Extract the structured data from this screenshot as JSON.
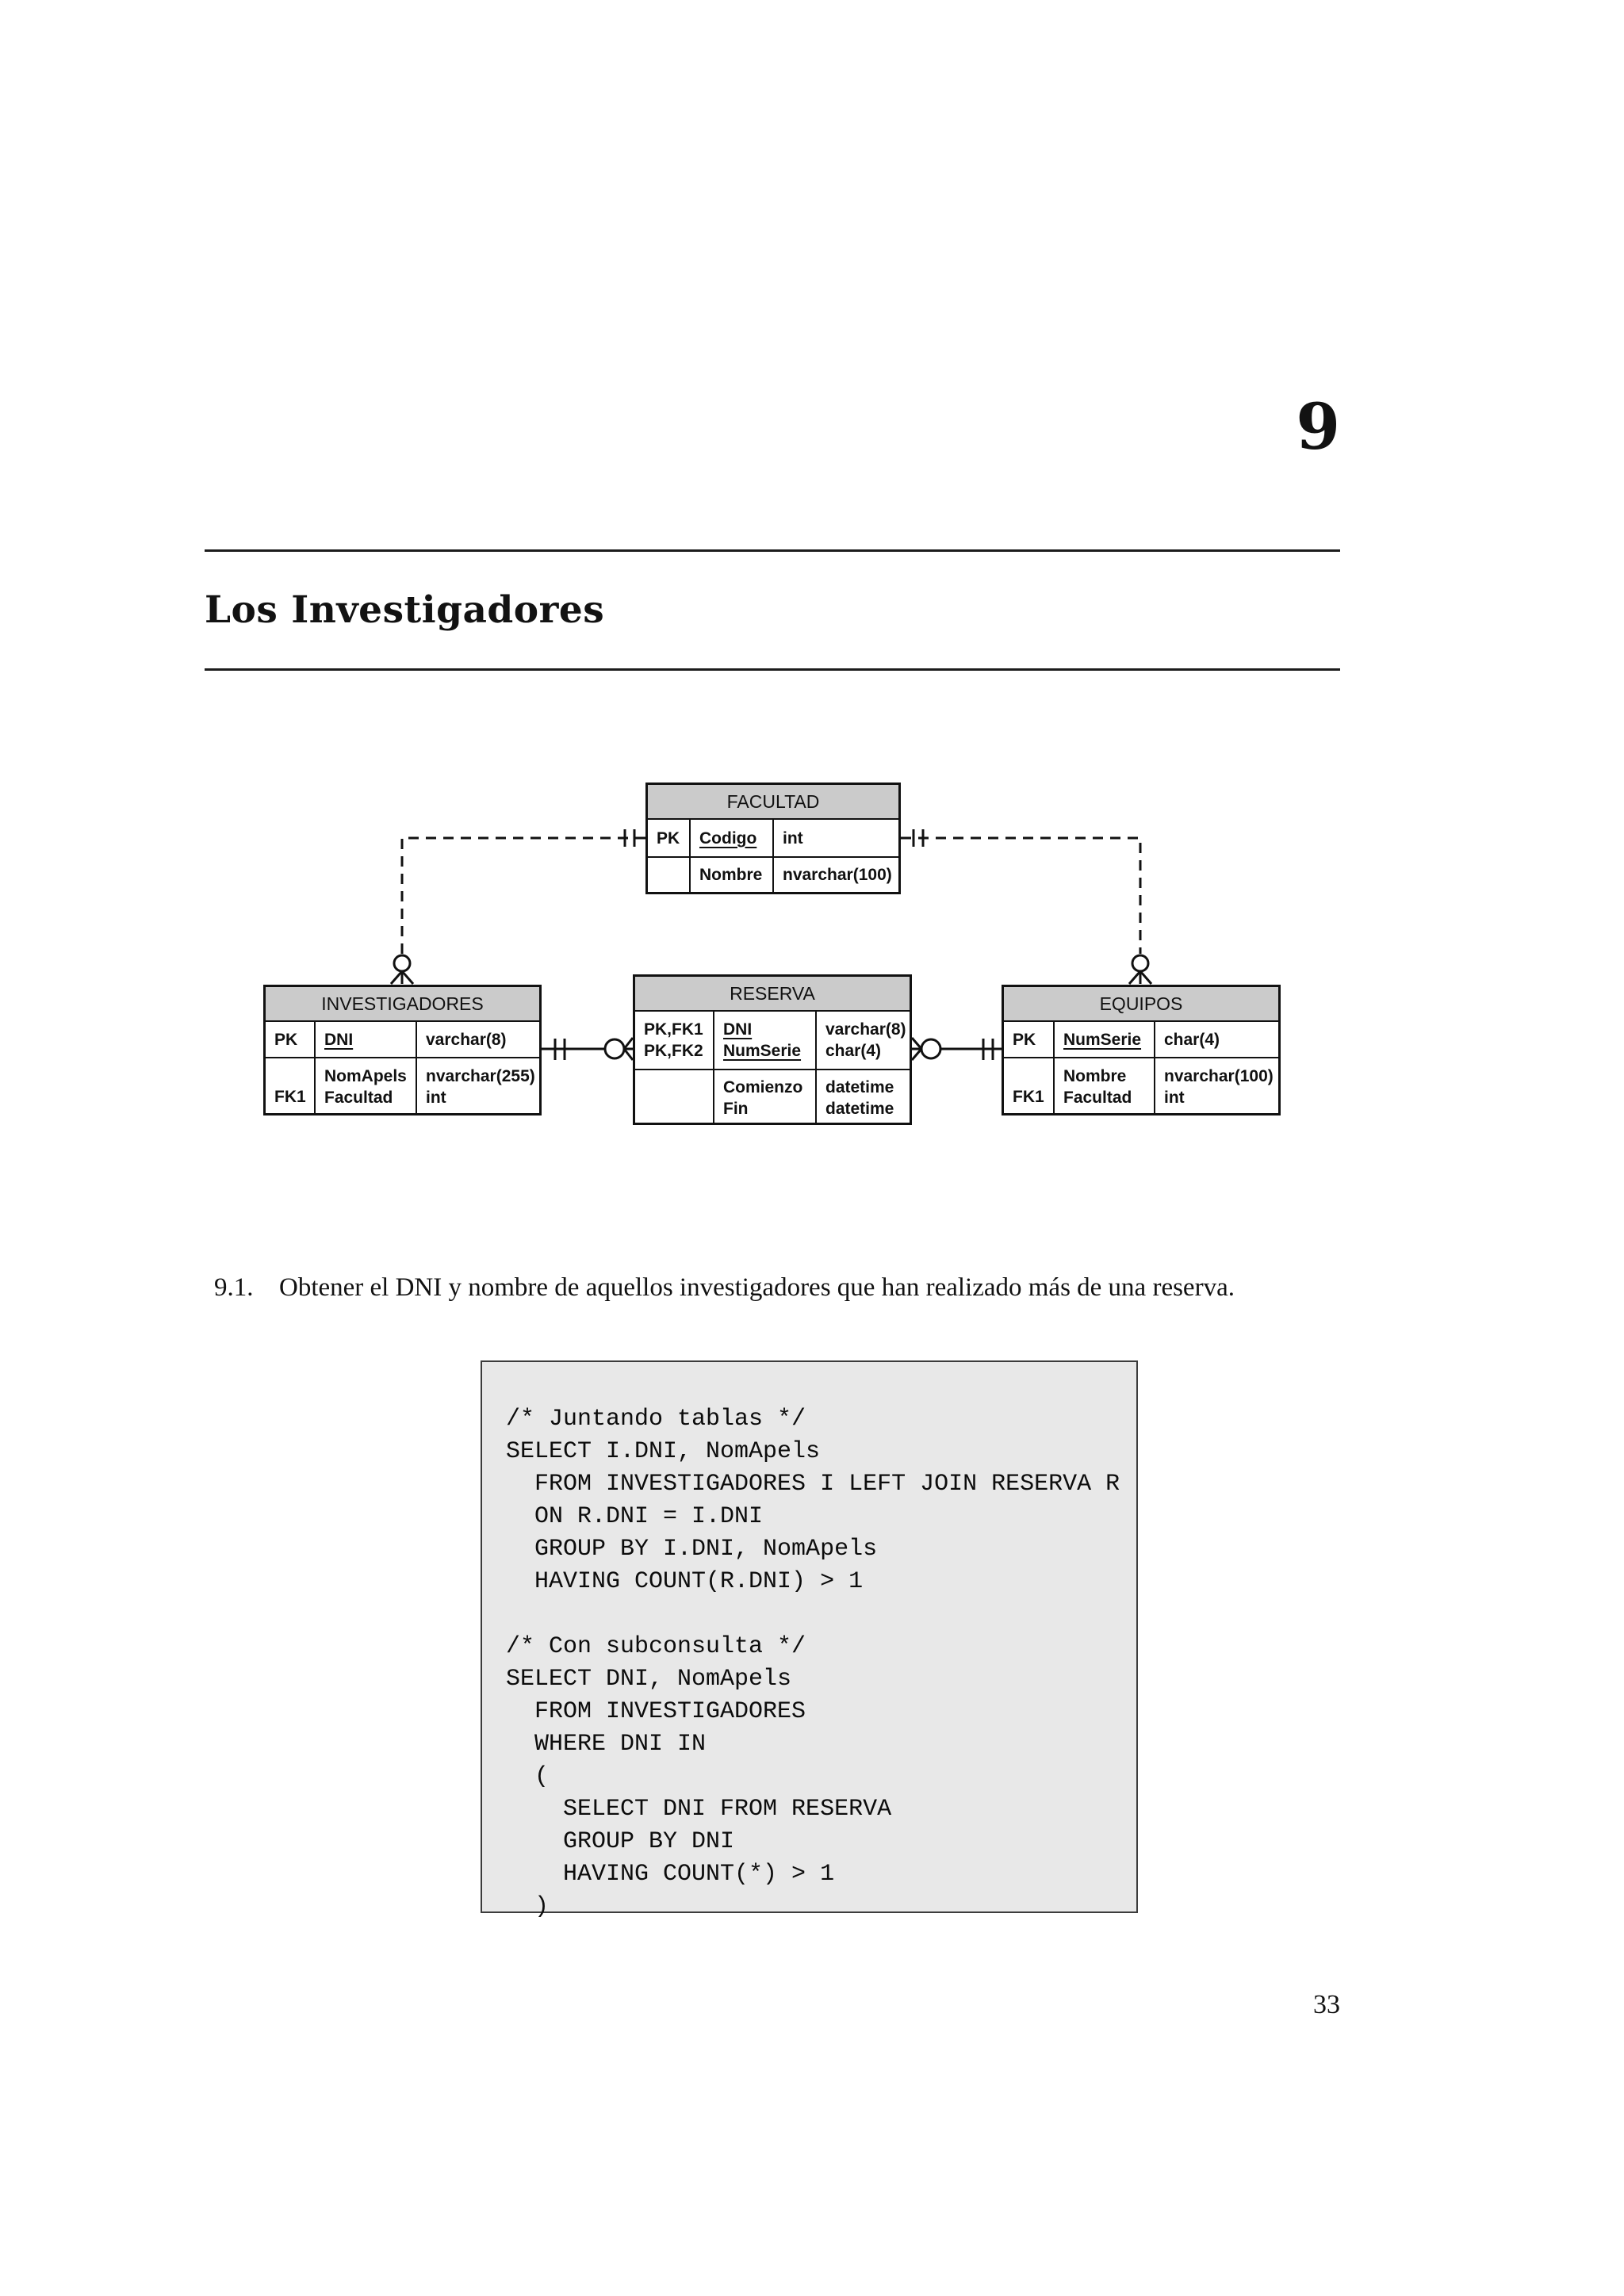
{
  "page": {
    "chapter_number": "9",
    "section_title": "Los Investigadores",
    "page_number": "33"
  },
  "exercise": {
    "number": "9.1.",
    "text": "Obtener el DNI y nombre de aquellos investigadores que han realizado más de una reserva."
  },
  "sql_code": [
    "/* Juntando tablas */",
    "SELECT I.DNI, NomApels",
    "  FROM INVESTIGADORES I LEFT JOIN RESERVA R",
    "  ON R.DNI = I.DNI",
    "  GROUP BY I.DNI, NomApels",
    "  HAVING COUNT(R.DNI) > 1",
    "",
    "/* Con subconsulta */",
    "SELECT DNI, NomApels",
    "  FROM INVESTIGADORES",
    "  WHERE DNI IN",
    "  (",
    "    SELECT DNI FROM RESERVA",
    "    GROUP BY DNI",
    "    HAVING COUNT(*) > 1",
    "  )"
  ],
  "diagram": {
    "tables": {
      "facultad": {
        "title": "FACULTAD",
        "rows": [
          {
            "key": "PK",
            "field": "Codigo",
            "type": "int"
          },
          {
            "key": "",
            "field": "Nombre",
            "type": "nvarchar(100)"
          }
        ]
      },
      "investigadores": {
        "title": "INVESTIGADORES",
        "rows": [
          {
            "key": "PK",
            "field": "DNI",
            "type": "varchar(8)"
          },
          {
            "key": "FK1",
            "field_lines": [
              "NomApels",
              "Facultad"
            ],
            "type_lines": [
              "nvarchar(255)",
              "int"
            ]
          }
        ]
      },
      "reserva": {
        "title": "RESERVA",
        "rows": [
          {
            "key_lines": [
              "PK,FK1",
              "PK,FK2"
            ],
            "field_lines": [
              "DNI",
              "NumSerie"
            ],
            "type_lines": [
              "varchar(8)",
              "char(4)"
            ]
          },
          {
            "key": "",
            "field_lines": [
              "Comienzo",
              "Fin"
            ],
            "type_lines": [
              "datetime",
              "datetime"
            ]
          }
        ]
      },
      "equipos": {
        "title": "EQUIPOS",
        "rows": [
          {
            "key": "PK",
            "field": "NumSerie",
            "type": "char(4)"
          },
          {
            "key": "FK1",
            "field_lines": [
              "Nombre",
              "Facultad"
            ],
            "type_lines": [
              "nvarchar(100)",
              "int"
            ]
          }
        ]
      }
    }
  },
  "colors": {
    "table_header_bg": "#cbcbcb",
    "code_bg": "#e8e8e8"
  }
}
